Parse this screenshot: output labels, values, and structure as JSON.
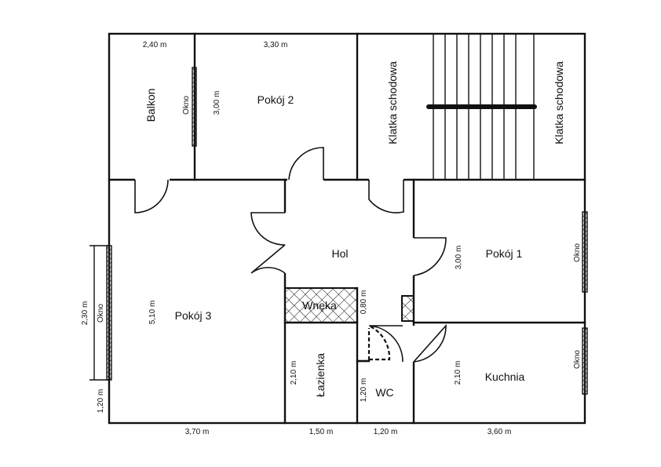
{
  "rooms": {
    "balkon": "Balkon",
    "pokoj2": "Pokój 2",
    "klatka_left": "Klatka schodowa",
    "klatka_right": "Klatka schodowa",
    "hol": "Hol",
    "pokoj1": "Pokój 1",
    "pokoj3": "Pokój 3",
    "wneka": "Wnęka",
    "lazienka": "Łazienka",
    "wc": "WC",
    "kuchnia": "Kuchnia"
  },
  "windows": {
    "balkon": "Okno",
    "pokoj3": "Okno",
    "pokoj1": "Okno",
    "kuchnia": "Okno"
  },
  "dimensions": {
    "top_balkon": "2,40 m",
    "top_pokoj2": "3,30 m",
    "pokoj2_height": "3,00 m",
    "pokoj3_height": "5,10 m",
    "window_left": "2,30 m",
    "left_bottom": "1,20 m",
    "pokoj1_height": "3,00 m",
    "wneka_height": "0,80 m",
    "lazienka_height": "2,10 m",
    "wc_height": "1,20 m",
    "kuchnia_height": "2,10 m",
    "bottom_pokoj3": "3,70 m",
    "bottom_lazienka": "1,50 m",
    "bottom_wc": "1,20 m",
    "bottom_kuchnia": "3,60 m"
  }
}
